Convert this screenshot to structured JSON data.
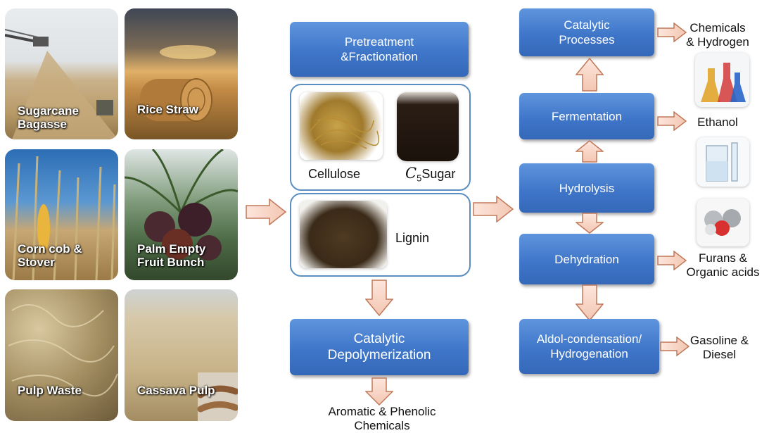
{
  "biomass": [
    {
      "id": "sugarcane",
      "label": "Sugarcane\nBagasse"
    },
    {
      "id": "rice",
      "label": "Rice Straw"
    },
    {
      "id": "corn",
      "label": "Corn cob &\nStover"
    },
    {
      "id": "palm",
      "label": "Palm Empty\nFruit Bunch"
    },
    {
      "id": "pulp",
      "label": "Pulp Waste"
    },
    {
      "id": "cassava",
      "label": "Cassava Pulp"
    }
  ],
  "middle": {
    "pretreatment": "Pretreatment\n&Fractionation",
    "cellulose": "Cellulose",
    "c5_symbol": "C",
    "c5_sub": "5",
    "c5_sugar": "Sugar",
    "lignin": "Lignin",
    "depolymerization": "Catalytic\nDepolymerization",
    "aromatic": "Aromatic & Phenolic\nChemicals"
  },
  "right": {
    "catalytic": "Catalytic\nProcesses",
    "fermentation": "Fermentation",
    "hydrolysis": "Hydrolysis",
    "dehydration": "Dehydration",
    "aldol": "Aldol-condensation/\nHydrogenation"
  },
  "products": {
    "chemicals": "Chemicals\n& Hydrogen",
    "ethanol": "Ethanol",
    "furans": "Furans &\nOrganic acids",
    "gasoline": "Gasoline &\nDiesel"
  }
}
